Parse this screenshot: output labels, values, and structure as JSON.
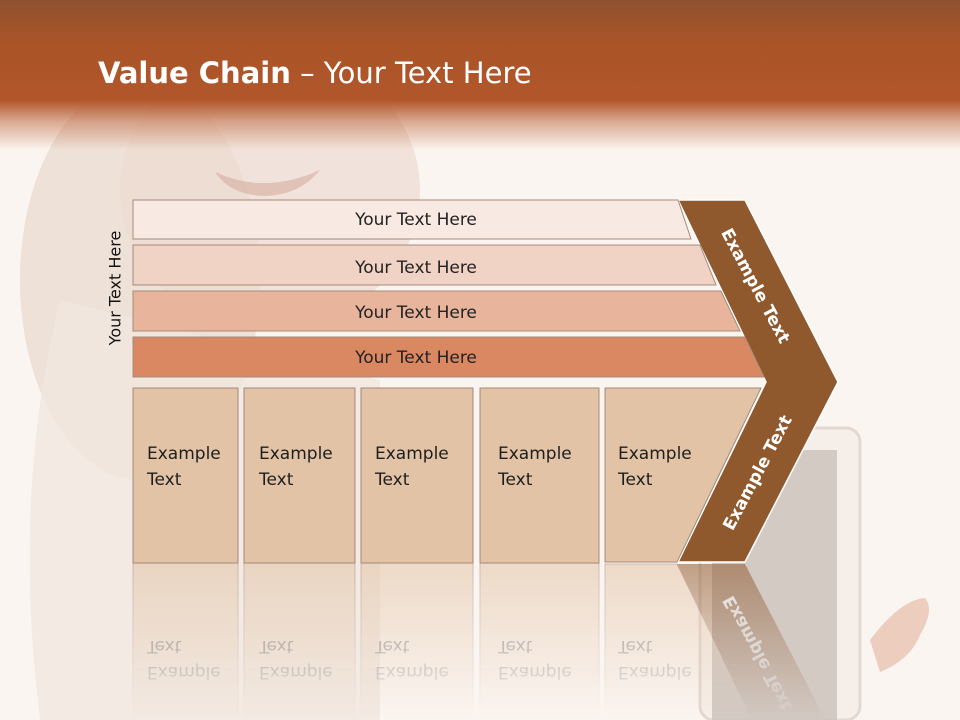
{
  "title": {
    "bold": "Value Chain",
    "rest": " – Your Text Here"
  },
  "vertical_label": "Your Text Here",
  "bars": [
    {
      "label": "Your Text Here",
      "color": "#f8e9e2"
    },
    {
      "label": "Your Text Here",
      "color": "#f1d3c5"
    },
    {
      "label": "Your Text Here",
      "color": "#e8b59c"
    },
    {
      "label": "Your Text Here",
      "color": "#da8861"
    }
  ],
  "boxes": [
    {
      "line1": "Example",
      "line2": "Text"
    },
    {
      "line1": "Example",
      "line2": "Text"
    },
    {
      "line1": "Example",
      "line2": "Text"
    },
    {
      "line1": "Example",
      "line2": "Text"
    },
    {
      "line1": "Example",
      "line2": "Text"
    }
  ],
  "arrow": {
    "upper_label": "Example Text",
    "lower_label": "Example Text",
    "color": "#8f582d"
  },
  "colors": {
    "header": "#b1562a",
    "box_fill": "#e2c3a5",
    "background": "#fbf5f1"
  }
}
